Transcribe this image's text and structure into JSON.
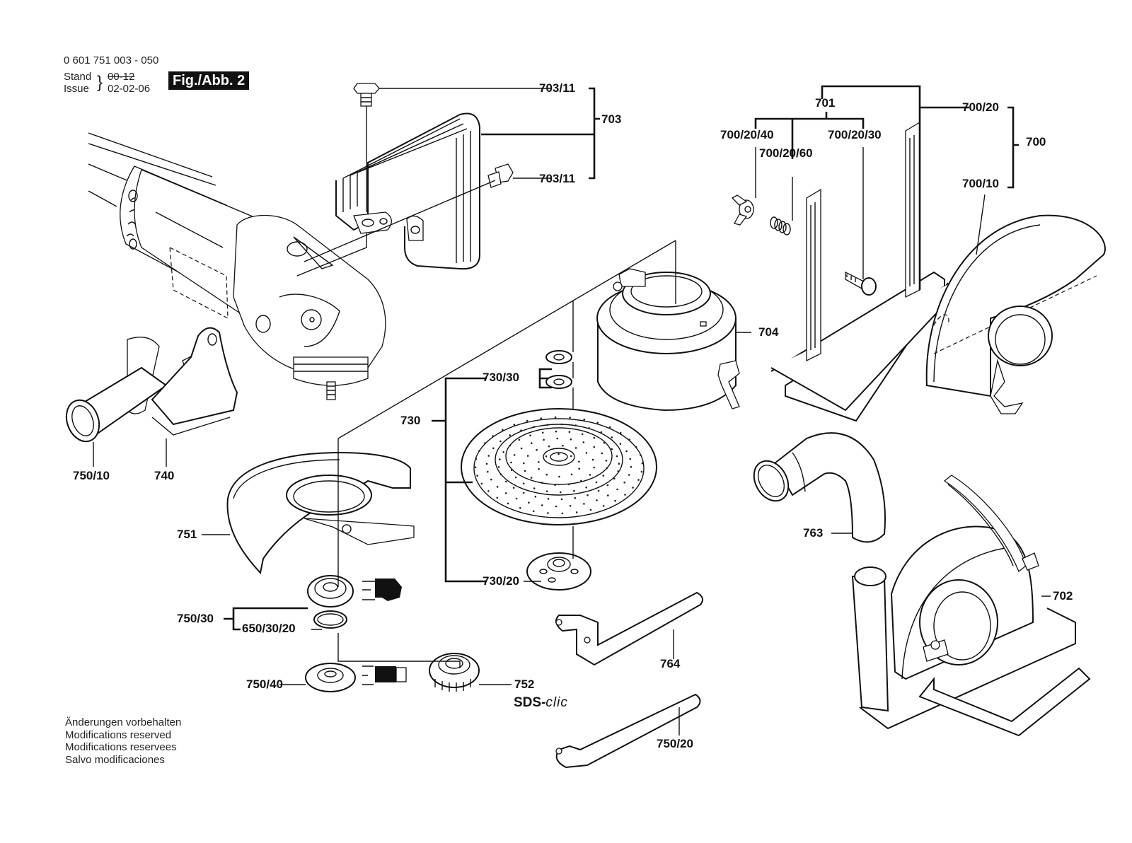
{
  "header": {
    "part_number": "0 601 751 003 - 050",
    "stand_label": "Stand",
    "stand_value": "00-12",
    "issue_label": "Issue",
    "issue_value": "02-02-06",
    "figure_label": "Fig./Abb. 2"
  },
  "callouts": {
    "c703_11a": "703/11",
    "c703": "703",
    "c703_11b": "703/11",
    "c701": "701",
    "c700_20": "700/20",
    "c700_20_40": "700/20/40",
    "c700_20_30": "700/20/30",
    "c700_20_60": "700/20/60",
    "c700": "700",
    "c700_10": "700/10",
    "c704": "704",
    "c730_30": "730/30",
    "c730": "730",
    "c730_20": "730/20",
    "c750_10": "750/10",
    "c740": "740",
    "c751": "751",
    "c750_30": "750/30",
    "c650_30_20": "650/30/20",
    "c750_40": "750/40",
    "c752": "752",
    "c764": "764",
    "c750_20": "750/20",
    "c763": "763",
    "c702": "702"
  },
  "sds_clic": {
    "prefix": "SDS-",
    "suffix": "clic"
  },
  "footer": {
    "lines": [
      "Änderungen vorbehalten",
      "Modifications reserved",
      "Modifications reservees",
      "Salvo modificaciones"
    ]
  }
}
